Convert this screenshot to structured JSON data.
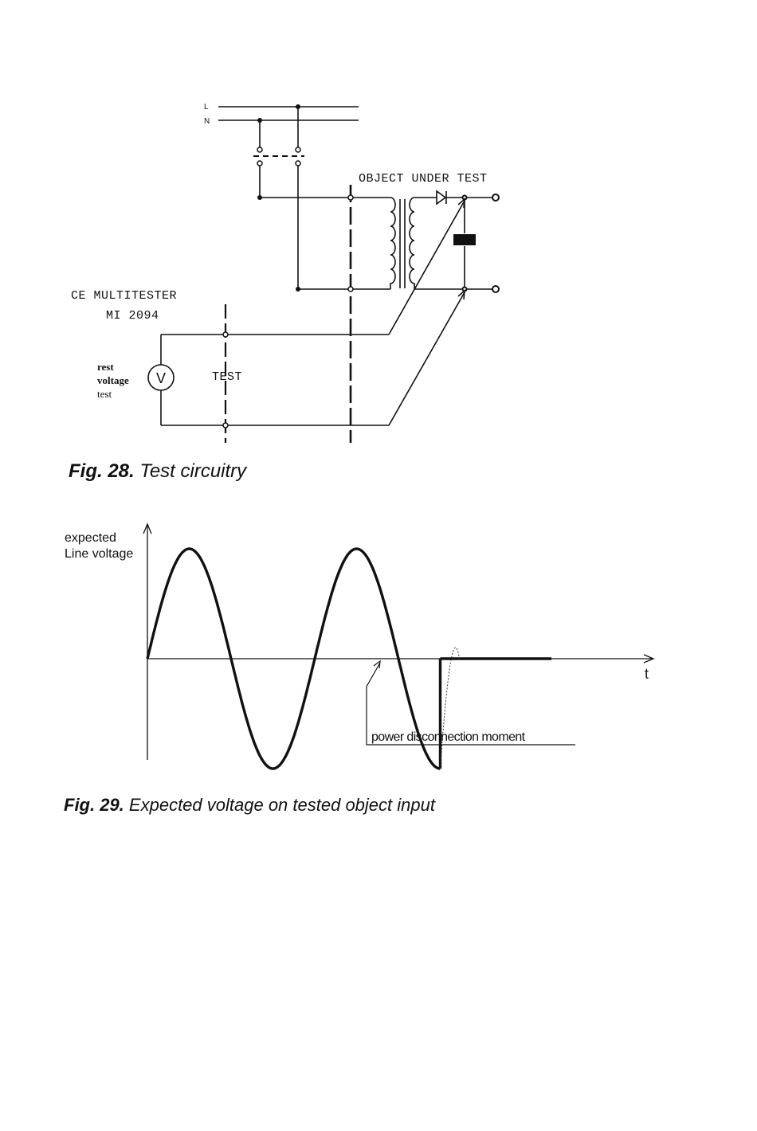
{
  "fig28": {
    "labels": {
      "line": "L",
      "neutral": "N",
      "object_under_test": "OBJECT UNDER TEST",
      "tester_name": "CE MULTITESTER",
      "tester_model": "MI 2094",
      "voltmeter": "V",
      "measure_line1": "rest",
      "measure_line2": "voltage",
      "measure_line3": "test",
      "test_switch": "TEST"
    },
    "caption_number": "Fig. 28.",
    "caption_text": "Test circuitry"
  },
  "fig29": {
    "y_label_line1": "expected",
    "y_label_line2": "Line voltage",
    "x_label": "t",
    "annotation": "power disconnection moment",
    "caption_number": "Fig. 29.",
    "caption_text": "Expected voltage on tested object input",
    "chart_data": {
      "type": "line",
      "series": [
        {
          "periods_before_disconnect": 1.75,
          "level_after_disconnect": 0
        }
      ]
    }
  }
}
